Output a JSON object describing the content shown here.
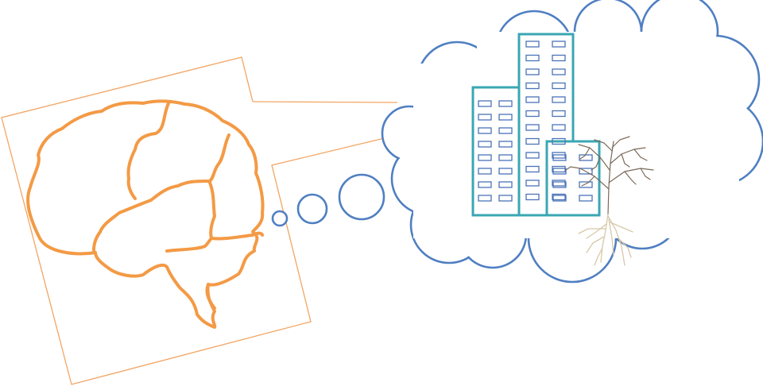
{
  "illustration": {
    "elements": [
      "brain",
      "thought-bubbles",
      "cloud",
      "buildings",
      "tree"
    ],
    "colors": {
      "brain": "#f39a45",
      "frame": "#f3a462",
      "cloud": "#4f7fc2",
      "building": "#3aa7b3",
      "window": "#4a74b8",
      "tree": "#7a6a5a",
      "roots": "#d8c8a8",
      "background": "#ffffff"
    }
  }
}
